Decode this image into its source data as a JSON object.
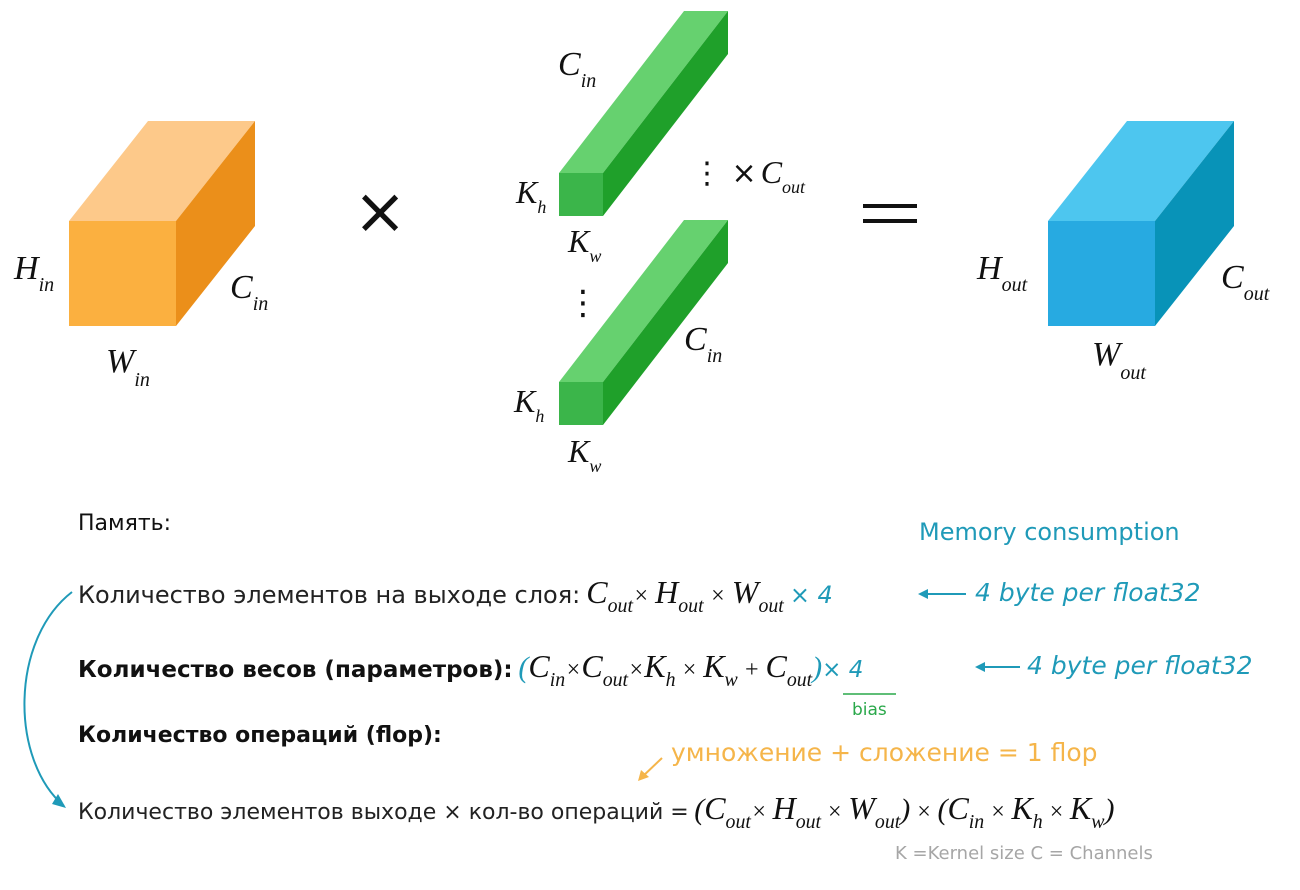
{
  "figure": {
    "input": {
      "h": "H",
      "h_sub": "in",
      "w": "W",
      "w_sub": "in",
      "c": "C",
      "c_sub": "in"
    },
    "times_symbol": "×",
    "kernel_top": {
      "c": "C",
      "c_sub": "in",
      "kh": "K",
      "kh_sub": "h",
      "kw": "K",
      "kw_sub": "w"
    },
    "kernel_bottom": {
      "c": "C",
      "c_sub": "in",
      "kh": "K",
      "kh_sub": "h",
      "kw": "K",
      "kw_sub": "w"
    },
    "multiplier": {
      "prefix": "⋮ ×",
      "c": "C",
      "c_sub": "out"
    },
    "vdots": "⋮",
    "equals_symbol": "=",
    "output": {
      "h": "H",
      "h_sub": "out",
      "w": "W",
      "w_sub": "out",
      "c": "C",
      "c_sub": "out"
    },
    "colors": {
      "input_front": "#fbb040",
      "input_top": "#fdc98a",
      "input_side": "#eb8f1a",
      "kernel_front": "#3bb54a",
      "kernel_top": "#66d16f",
      "kernel_side": "#1fa02a",
      "output_front": "#27aae1",
      "output_top": "#4dc6ef",
      "output_side": "#0893b8"
    }
  },
  "section": {
    "memory_title": "Память:",
    "memory_consumption": "Memory consumption",
    "row1": {
      "label": "Количество элементов на выходе слоя:",
      "f1": "C",
      "f1s": "out",
      "x1": "×",
      "f2": "H",
      "f2s": "out",
      "x2": "×",
      "f3": "W",
      "f3s": "out",
      "mult": "× 4",
      "note": "4 byte per float32"
    },
    "row2": {
      "label": "Количество весов (параметров):",
      "open": "(",
      "a": "C",
      "as": "in",
      "x1": "×",
      "b": "C",
      "bs": "out",
      "x2": "×",
      "c": "K",
      "cs": "h",
      "x3": "×",
      "d": "K",
      "ds": "w",
      "plus": "+",
      "e": "C",
      "es": "out",
      "close": ")",
      "mult": "× 4",
      "bias": "bias",
      "note": "4 byte per float32"
    },
    "flop_title": "Количество операций (flop):",
    "flop_note": "умножение + сложение = 1 flop",
    "row3": {
      "label": "Количество элементов выходе × кол-во операций =",
      "open1": "(",
      "a": "C",
      "as": "out",
      "x1": "×",
      "b": "H",
      "bs": "out",
      "x2": "×",
      "c": "W",
      "cs": "out",
      "close1": ")",
      "x3": "×",
      "open2": "(",
      "d": "C",
      "ds": "in",
      "x4": "×",
      "e": "K",
      "es": "h",
      "x5": "×",
      "f": "K",
      "fs": "w",
      "close2": ")"
    },
    "legend": "K =Kernel size C = Channels"
  }
}
